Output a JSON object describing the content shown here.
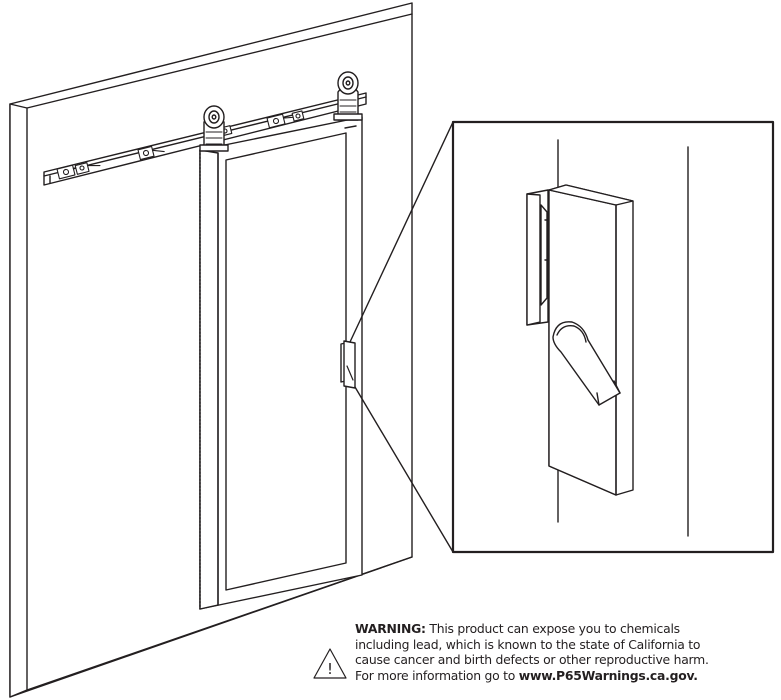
{
  "warning": {
    "label": "WARNING:",
    "line1_rest": " This product can expose you to chemicals",
    "line2": "including lead, which is known to the state of California to",
    "line3": "cause cancer and birth defects or other reproductive harm.",
    "line4_prefix": "For more information go to ",
    "url": "www.P65Warnings.ca.gov.",
    "icon": "warning-triangle-icon"
  },
  "colors": {
    "line": "#231f20",
    "background": "#ffffff"
  }
}
